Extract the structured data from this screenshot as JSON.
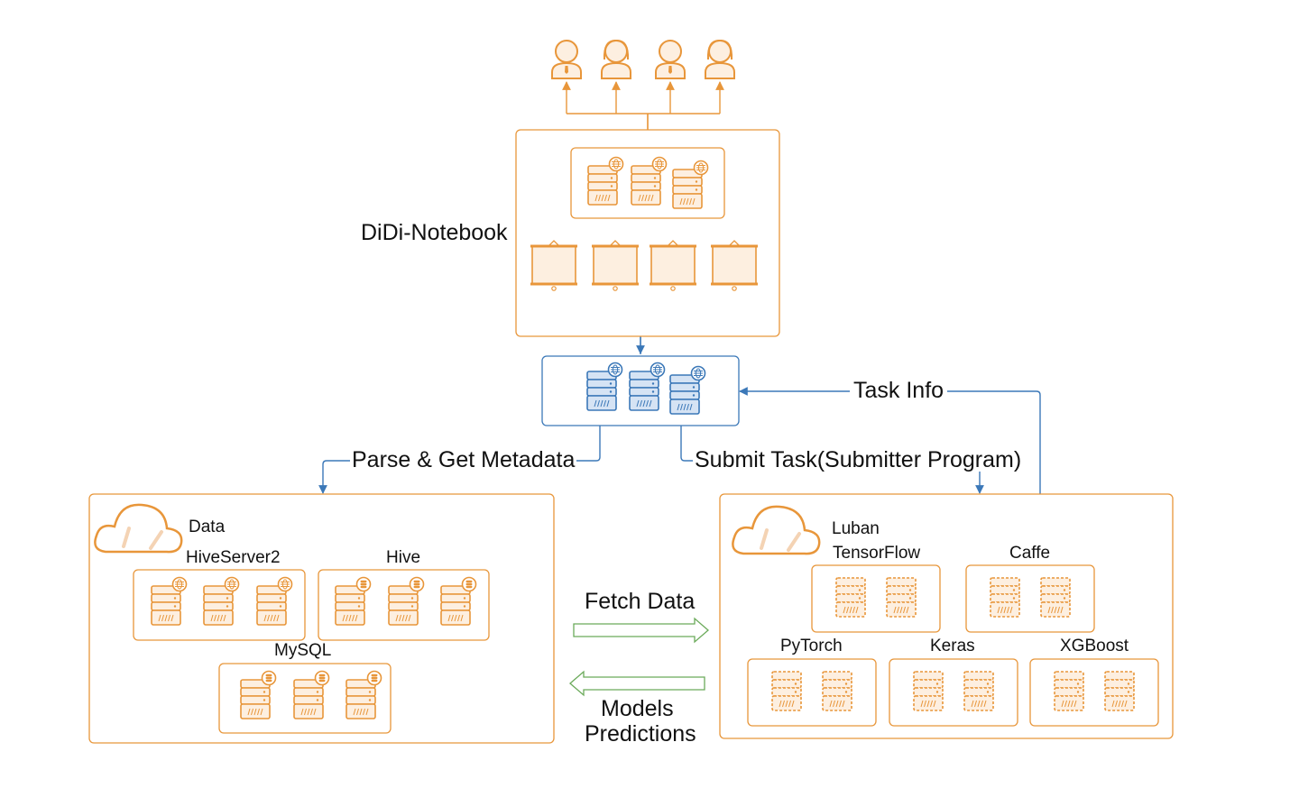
{
  "diagram": {
    "notebook_label": "DiDi-Notebook",
    "users": [
      {
        "kind": "male"
      },
      {
        "kind": "female"
      },
      {
        "kind": "male"
      },
      {
        "kind": "female"
      }
    ],
    "notebook_servers": 3,
    "notebook_panels": 4,
    "gateway_servers": 3,
    "edges": {
      "parse": "Parse & Get Metadata",
      "submit": "Submit Task(Submitter Program)",
      "task_info": "Task Info",
      "fetch": "Fetch Data",
      "models_line1": "Models",
      "models_line2": "Predictions"
    },
    "data_cluster": {
      "title": "Data",
      "groups": [
        {
          "name": "HiveServer2",
          "servers": 3,
          "badge": "globe"
        },
        {
          "name": "Hive",
          "servers": 3,
          "badge": "database"
        },
        {
          "name": "MySQL",
          "servers": 3,
          "badge": "database"
        }
      ]
    },
    "luban_cluster": {
      "title": "Luban",
      "groups": [
        {
          "name": "TensorFlow",
          "servers": 2
        },
        {
          "name": "Caffe",
          "servers": 2
        },
        {
          "name": "PyTorch",
          "servers": 2
        },
        {
          "name": "Keras",
          "servers": 2
        },
        {
          "name": "XGBoost",
          "servers": 2
        }
      ]
    },
    "colors": {
      "orange": "#E8963A",
      "orange_fill": "#FDEFE0",
      "blue": "#3B78B8",
      "blue_fill": "#D5E3F4",
      "green": "#6BAA5A"
    }
  }
}
